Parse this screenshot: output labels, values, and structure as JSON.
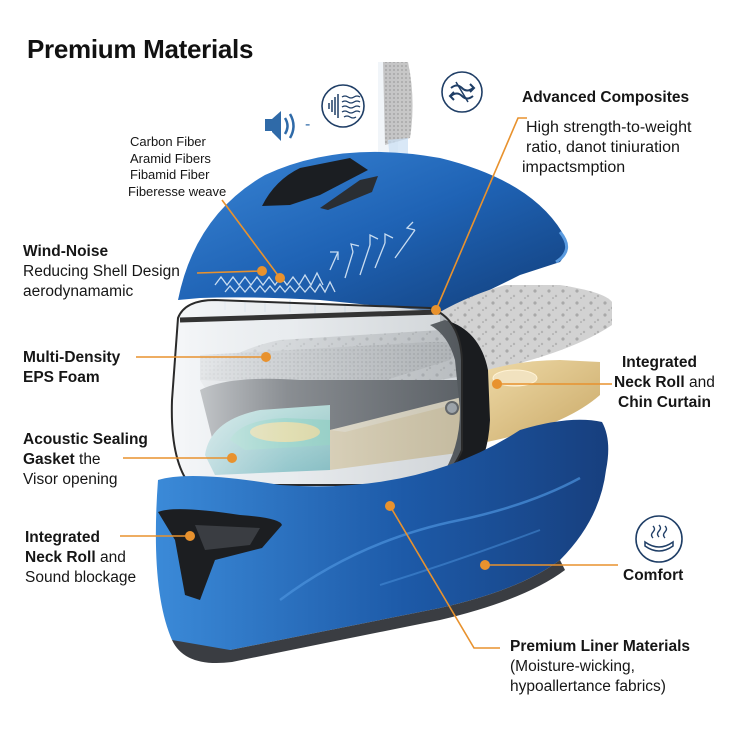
{
  "title": "Premium Materials",
  "colors": {
    "shell_blue": "#1f63b5",
    "shell_dark": "#123e7a",
    "leader_orange": "#e8922e",
    "icon_navy": "#1f3e66",
    "eps_gray": "#c9c9c9",
    "neck_roll_tan": "#e3c98e",
    "gasket_teal": "#5cc6c0",
    "gasket_yellow": "#f1e27a"
  },
  "icons": {
    "speaker": "speaker-sound-icon",
    "sound_waves": "sound-dampening-icon",
    "airflow": "airflow-arrows-icon",
    "comfort": "heated-comfort-icon"
  },
  "speaker_dash": "-",
  "labels": {
    "fibers": {
      "lines": [
        "Carbon Fiber",
        "Aramid Fibers",
        "Fibamid Fiber",
        "Fiberesse weave"
      ]
    },
    "wind_noise": {
      "bold": "Wind-Noise",
      "line2": "Reducing Shell Design",
      "line3": "aerodynamamic"
    },
    "eps_foam": {
      "bold1": "Multi-Density",
      "bold2": "EPS Foam"
    },
    "acoustic": {
      "bold1": "Acoustic Sealing",
      "bold2": "Gasket",
      "rest2": " the",
      "line3": "Visor opening"
    },
    "neck_roll_left": {
      "bold1": "Integrated",
      "bold2": "Neck Roll",
      "rest2": " and",
      "line3": "Sound blockage"
    },
    "advanced": {
      "bold": "Advanced Composites",
      "line2": "High strength-to-weight",
      "line3": "ratio, danot tiniuration",
      "line4": "impactsmption"
    },
    "neck_roll_right": {
      "bold1": "Integrated",
      "bold2": "Neck Roll",
      "rest2": " and",
      "bold3": "Chin Curtain"
    },
    "comfort": {
      "bold": "Comfort"
    },
    "liner": {
      "bold": "Premium Liner Materials",
      "line2": "(Moisture-wicking,",
      "line3": "hypoallertance fabrics)"
    }
  }
}
